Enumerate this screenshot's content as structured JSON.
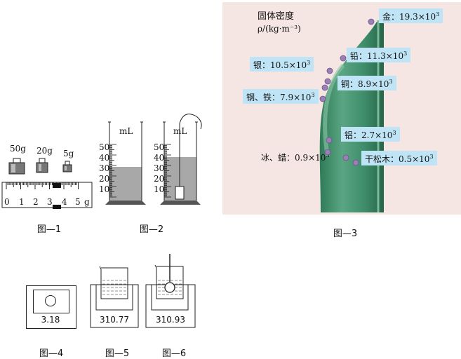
{
  "fig1": {
    "masses": [
      "50g",
      "20g",
      "5g"
    ],
    "ticks": [
      "0",
      "1",
      "2",
      "3",
      "4",
      "5"
    ],
    "unit": "g",
    "caption": "图—1"
  },
  "fig2": {
    "unit": "mL",
    "ticks": [
      "50",
      "40",
      "30",
      "20",
      "10"
    ],
    "caption": "图—2"
  },
  "fig3": {
    "title": "固体密度",
    "unit": "ρ/(kg·m⁻³)",
    "labels": [
      {
        "name": "金",
        "value": "19.3×10",
        "exp": "3"
      },
      {
        "name": "铅",
        "value": "11.3×10",
        "exp": "3"
      },
      {
        "name": "银",
        "value": "10.5×10",
        "exp": "3"
      },
      {
        "name": "铜",
        "value": "8.9×10",
        "exp": "3"
      },
      {
        "name": "钢、铁",
        "value": "7.9×10",
        "exp": "3"
      },
      {
        "name": "铝",
        "value": "2.7×10",
        "exp": "3"
      },
      {
        "name": "冰、蜡",
        "value": "0.9×10",
        "exp": "3"
      },
      {
        "name": "干松木",
        "value": "0.5×10",
        "exp": "3"
      }
    ],
    "caption": "图—3",
    "colors": {
      "background": "#f5e6e3",
      "bottle": "#3f8c6a",
      "tag": "#bfe4f5",
      "bead": "#9b7fb6"
    }
  },
  "fig4": {
    "reading": "3.18",
    "caption": "图—4"
  },
  "fig5": {
    "reading": "310.77",
    "caption": "图—5"
  },
  "fig6": {
    "reading": "310.93",
    "caption": "图—6"
  }
}
